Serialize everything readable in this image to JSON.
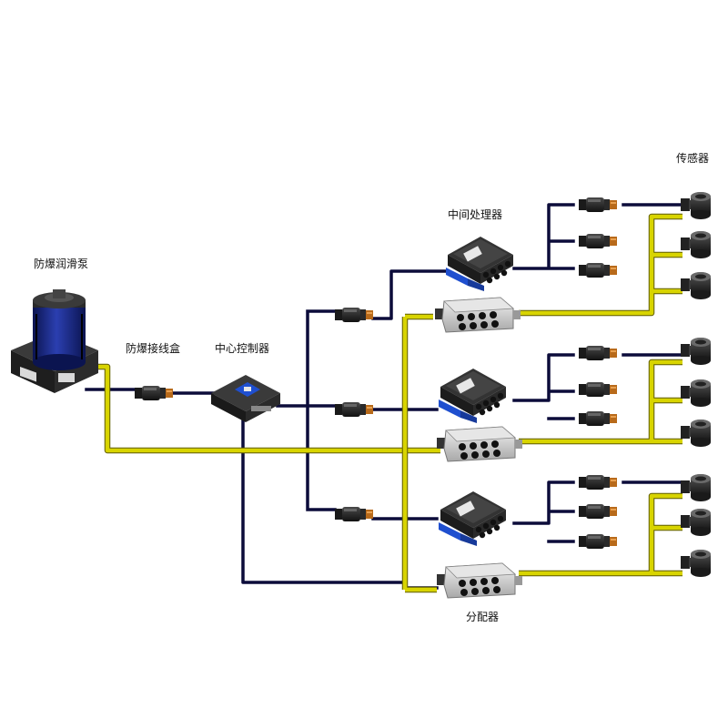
{
  "labels": {
    "pump": "防爆润滑泵",
    "junction_box": "防爆接线盒",
    "central_controller": "中心控制器",
    "intermediate_processor": "中间处理器",
    "sensor": "传感器",
    "distributor": "分配器"
  },
  "colors": {
    "signal_line": "#0c0c3a",
    "oil_line": "#d8d400",
    "pump_body": "#1d2c8c",
    "processor_plate": "#1f4fcf",
    "distributor_body": "#c9c9c9",
    "device_dark": "#2a2a2a"
  },
  "icons": {
    "pump": "lubrication-pump-icon",
    "junction_box": "junction-box-icon",
    "controller": "controller-box-icon",
    "processor": "processor-box-icon",
    "distributor": "distributor-block-icon",
    "connector": "cable-connector-icon",
    "sensor": "sensor-icon"
  }
}
